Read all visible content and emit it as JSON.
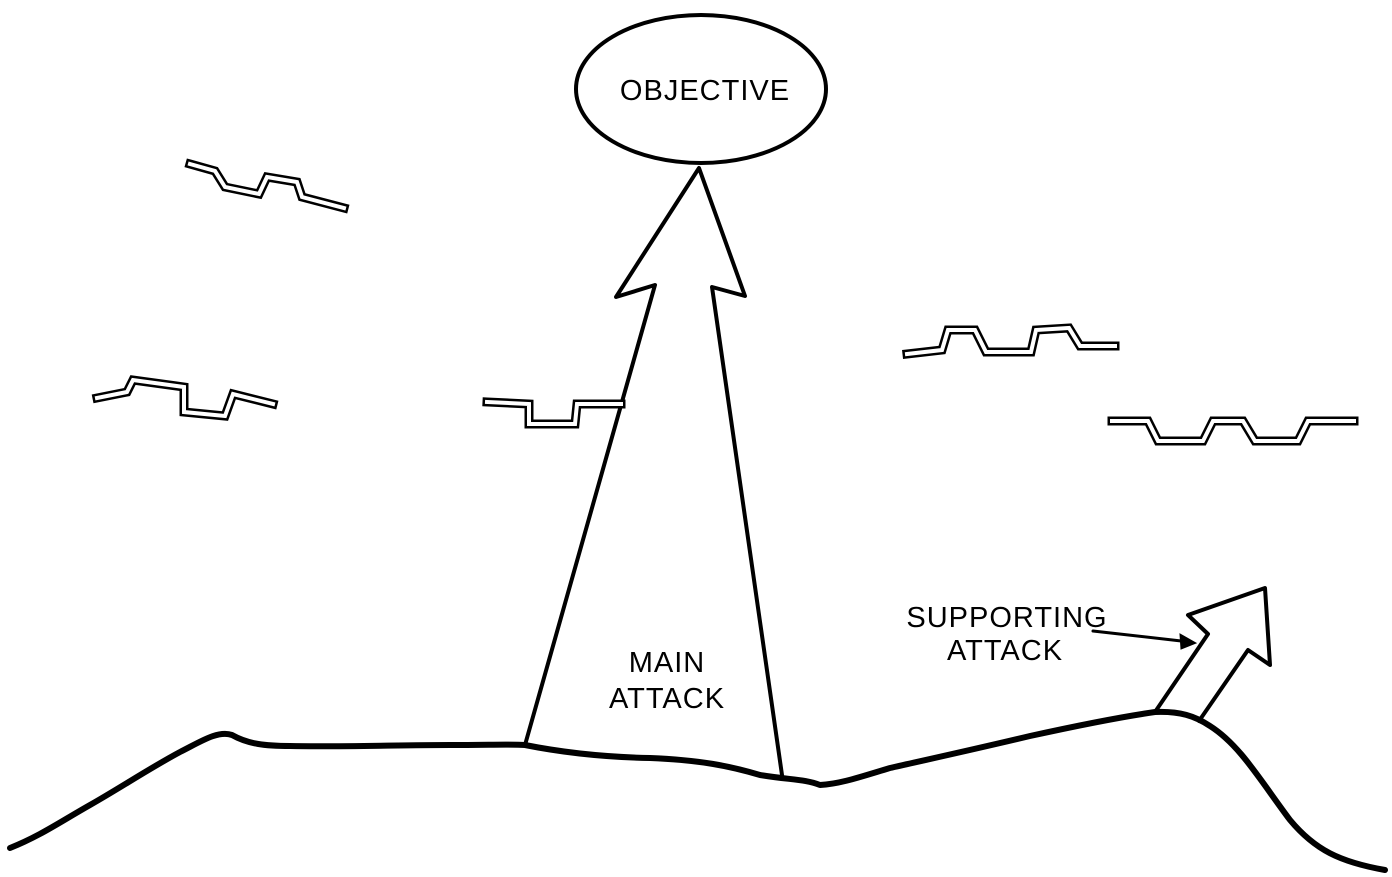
{
  "diagram": {
    "objective_label": "OBJECTIVE",
    "main_attack_label": [
      "MAIN",
      "ATTACK"
    ],
    "supporting_attack_label": [
      "SUPPORTING",
      "ATTACK"
    ],
    "colors": {
      "ink": "#000000",
      "background": "#ffffff"
    }
  }
}
